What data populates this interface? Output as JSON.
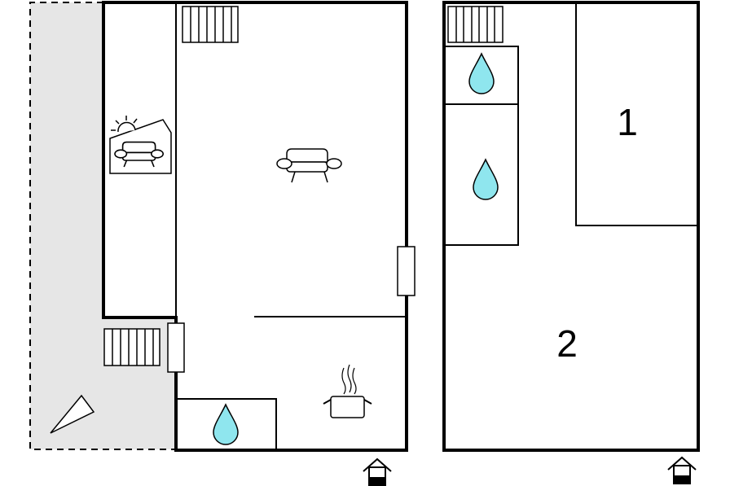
{
  "floor_plan": {
    "ground_floor": {
      "rooms": [
        "living-room",
        "sunroom",
        "kitchen",
        "bathroom",
        "terrace"
      ],
      "features": [
        "stairs-top",
        "stairs-bottom",
        "compass-arrow",
        "entrance-marker"
      ]
    },
    "upper_floor": {
      "rooms": [
        {
          "id": "bedroom-1",
          "label": "1"
        },
        {
          "id": "bedroom-2",
          "label": "2"
        }
      ],
      "features": [
        "stairs",
        "shower-room",
        "bathroom",
        "entrance-marker"
      ]
    },
    "colors": {
      "wall": "#000000",
      "terrace": "#e6e6e6",
      "water": "#8fe6ee",
      "background": "#ffffff"
    },
    "icons": [
      "sofa-icon",
      "sun-icon",
      "water-drop-icon",
      "cooking-pot-icon",
      "stairs-icon",
      "house-entrance-icon",
      "compass-arrow-icon"
    ]
  }
}
